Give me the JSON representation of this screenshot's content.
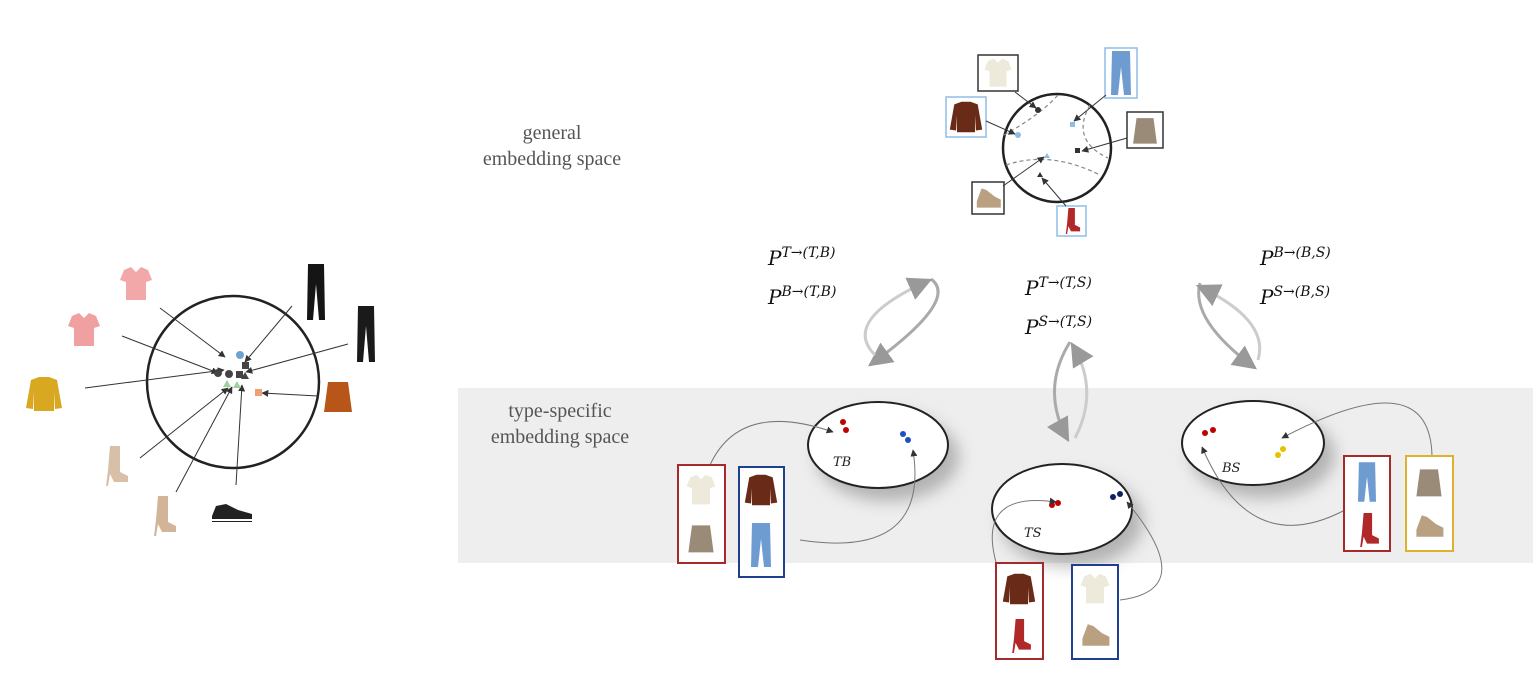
{
  "labels": {
    "general_space_line1": "general",
    "general_space_line2": "embedding space",
    "type_space_line1": "type-specific",
    "type_space_line2": "embedding space"
  },
  "projections": {
    "tb": [
      "T→(T,B)",
      "B→(T,B)"
    ],
    "ts": [
      "T→(T,S)",
      "S→(T,S)"
    ],
    "bs": [
      "B→(B,S)",
      "S→(B,S)"
    ],
    "symbol": "P"
  },
  "subspaces": {
    "tb": "TB",
    "ts": "TS",
    "bs": "BS"
  },
  "colors": {
    "band": "#eeeeee",
    "red_box": "#a52a2a",
    "blue_box": "#1f3f8f",
    "yellow_box": "#e0b030",
    "light_blue_box": "#8fbde6",
    "dark_box": "#333333",
    "red_dot": "#c00000",
    "blue_dot": "#2050c0",
    "navy_dot": "#102060",
    "yellow_dot": "#e8c000"
  },
  "icons": [
    "top-shirt-icon",
    "top-sweater-icon",
    "jeans-icon",
    "skirt-icon",
    "shoe-wedge-icon",
    "shoe-boot-icon",
    "sneaker-icon",
    "black-pants-icon"
  ]
}
